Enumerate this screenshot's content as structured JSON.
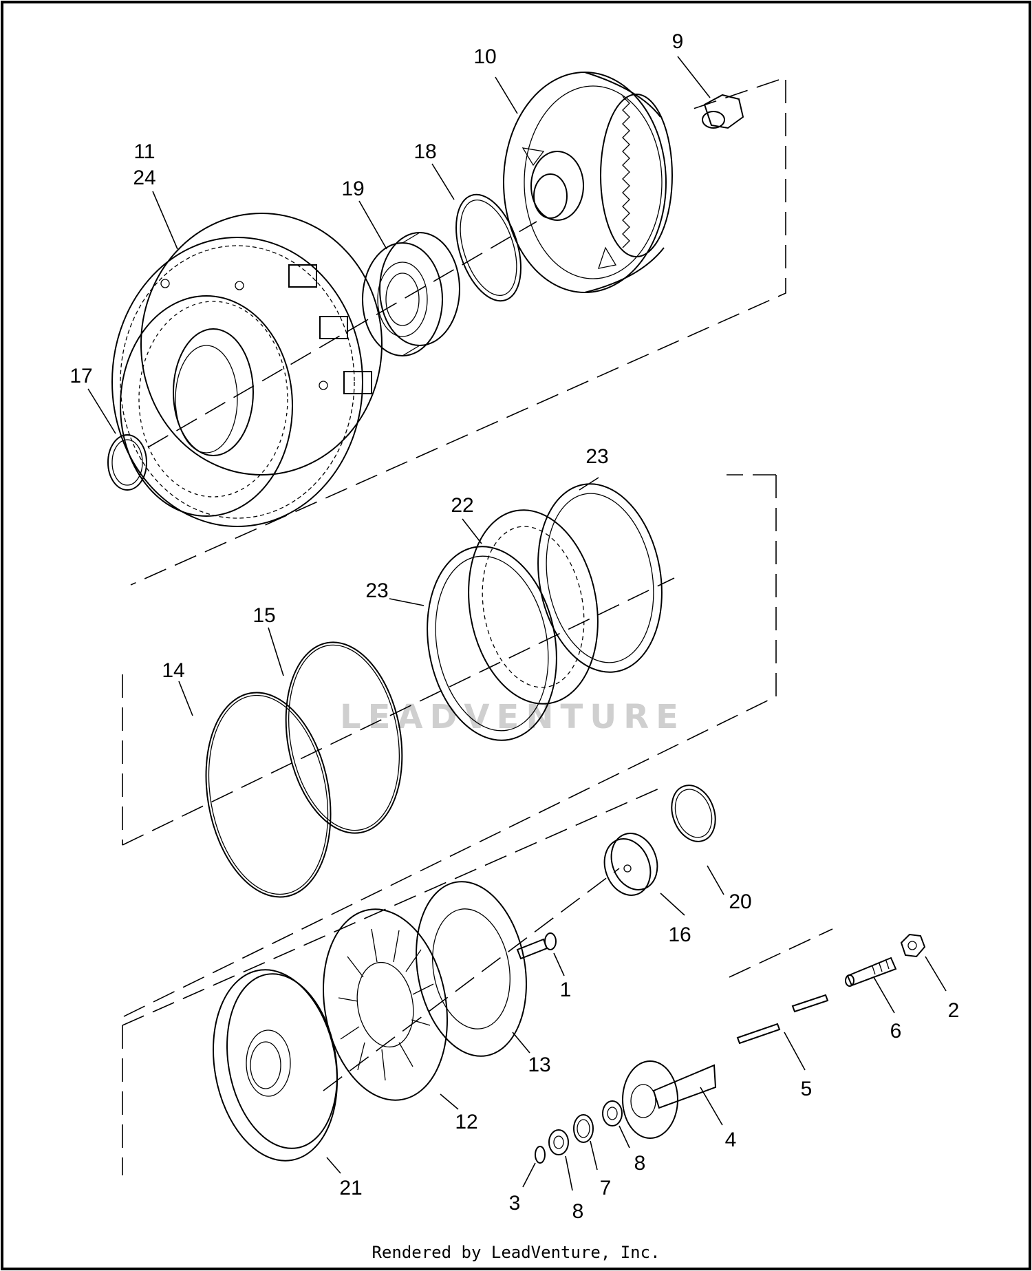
{
  "watermark": "LEADVENTURE",
  "footer": "Rendered by LeadVenture, Inc.",
  "callouts": {
    "c1": "1",
    "c2": "2",
    "c3": "3",
    "c4": "4",
    "c5": "5",
    "c6": "6",
    "c7": "7",
    "c8a": "8",
    "c8b": "8",
    "c9": "9",
    "c10": "10",
    "c11": "11",
    "c24": "24",
    "c12": "12",
    "c13": "13",
    "c14": "14",
    "c15": "15",
    "c16": "16",
    "c17": "17",
    "c18": "18",
    "c19": "19",
    "c20": "20",
    "c21": "21",
    "c22": "22",
    "c23a": "23",
    "c23b": "23"
  }
}
